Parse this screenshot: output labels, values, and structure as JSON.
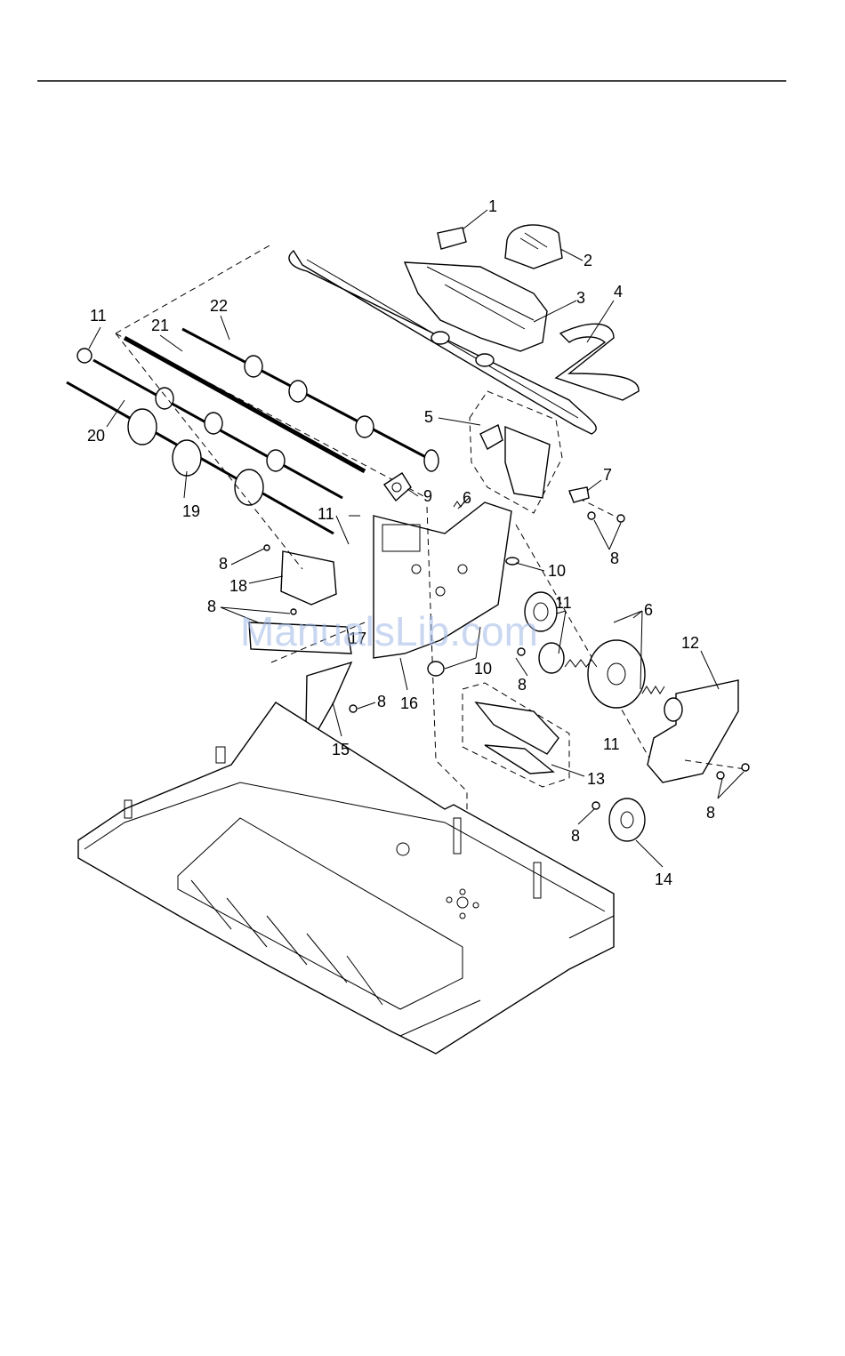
{
  "page": {
    "watermark": "ManualsLib.com"
  },
  "callouts": [
    {
      "id": "c1",
      "text": "1"
    },
    {
      "id": "c2",
      "text": "2"
    },
    {
      "id": "c3",
      "text": "3"
    },
    {
      "id": "c4",
      "text": "4"
    },
    {
      "id": "c5",
      "text": "5"
    },
    {
      "id": "c6a",
      "text": "6"
    },
    {
      "id": "c6b",
      "text": "6"
    },
    {
      "id": "c7",
      "text": "7"
    },
    {
      "id": "c8a",
      "text": "8"
    },
    {
      "id": "c8b",
      "text": "8"
    },
    {
      "id": "c8c",
      "text": "8"
    },
    {
      "id": "c8d",
      "text": "8"
    },
    {
      "id": "c8e",
      "text": "8"
    },
    {
      "id": "c8f",
      "text": "8"
    },
    {
      "id": "c8g",
      "text": "8"
    },
    {
      "id": "c9",
      "text": "9"
    },
    {
      "id": "c10a",
      "text": "10"
    },
    {
      "id": "c10b",
      "text": "10"
    },
    {
      "id": "c11a",
      "text": "11"
    },
    {
      "id": "c11b",
      "text": "11"
    },
    {
      "id": "c11c",
      "text": "11"
    },
    {
      "id": "c11d",
      "text": "11"
    },
    {
      "id": "c12",
      "text": "12"
    },
    {
      "id": "c13",
      "text": "13"
    },
    {
      "id": "c14",
      "text": "14"
    },
    {
      "id": "c15",
      "text": "15"
    },
    {
      "id": "c16",
      "text": "16"
    },
    {
      "id": "c17",
      "text": "17"
    },
    {
      "id": "c18",
      "text": "18"
    },
    {
      "id": "c19",
      "text": "19"
    },
    {
      "id": "c20",
      "text": "20"
    },
    {
      "id": "c21",
      "text": "21"
    },
    {
      "id": "c22",
      "text": "22"
    }
  ]
}
